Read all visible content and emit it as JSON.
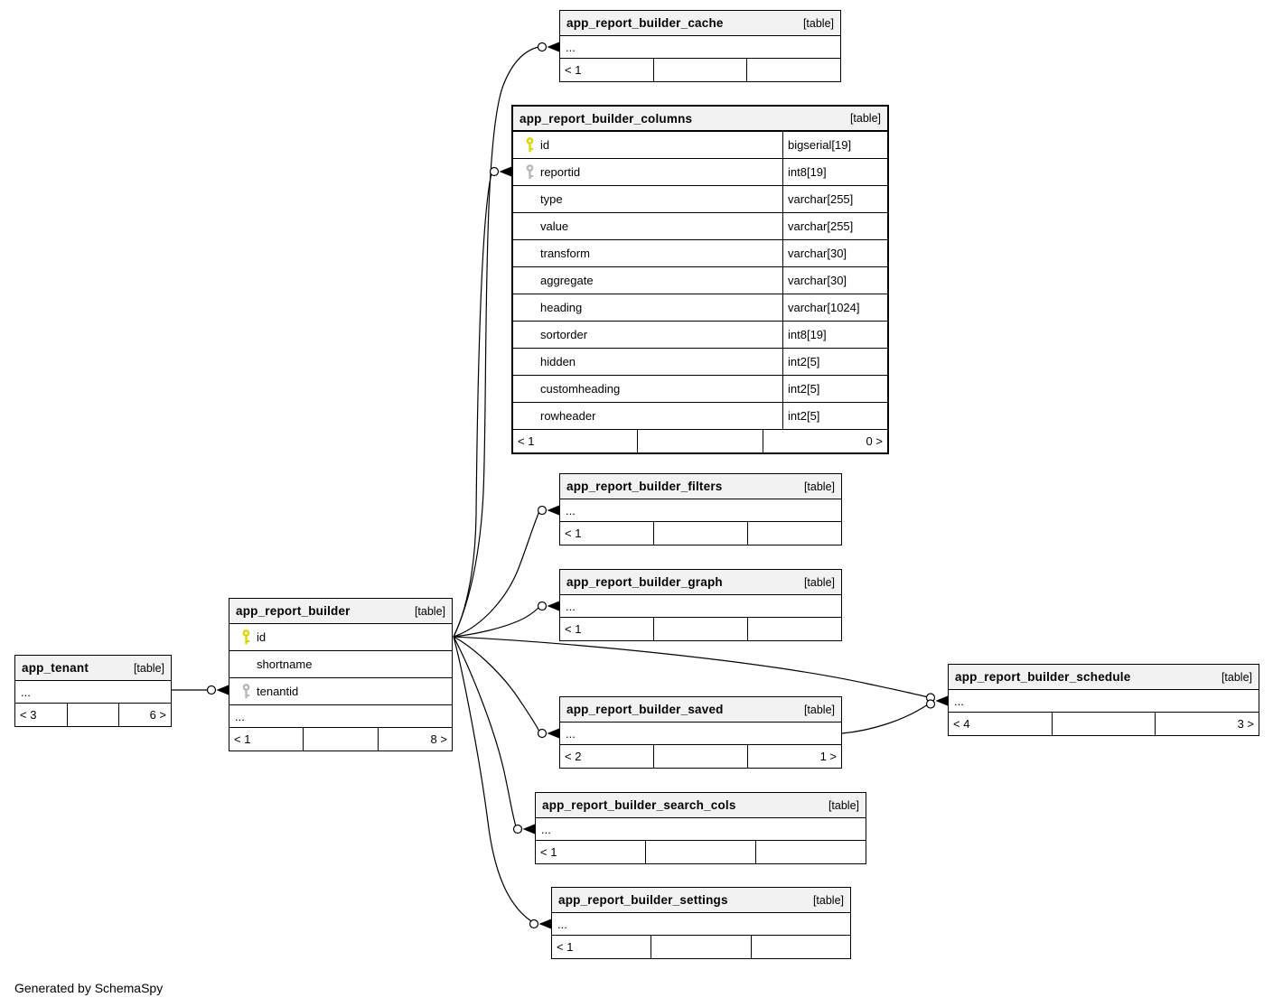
{
  "badge_label": "[table]",
  "footer_note": "Generated by SchemaSpy",
  "colors": {
    "pk_key": "#d8d800",
    "fk_key": "#b8b8b8",
    "header_bg": "#f2f2f2",
    "edge": "#000000"
  },
  "tables": {
    "tenant": {
      "name": "app_tenant",
      "badge": "[table]",
      "dots": "...",
      "footer": {
        "left": "< 3",
        "mid": "",
        "right": "6 >"
      }
    },
    "builder": {
      "name": "app_report_builder",
      "badge": "[table]",
      "dots": "...",
      "rows": [
        {
          "key": "pk",
          "name": "id"
        },
        {
          "key": "",
          "name": "shortname"
        },
        {
          "key": "fk",
          "name": "tenantid"
        }
      ],
      "footer": {
        "left": "< 1",
        "mid": "",
        "right": "8 >"
      }
    },
    "cache": {
      "name": "app_report_builder_cache",
      "badge": "[table]",
      "dots": "...",
      "footer": {
        "left": "< 1",
        "mid": "",
        "right": ""
      }
    },
    "columns": {
      "name": "app_report_builder_columns",
      "badge": "[table]",
      "rows": [
        {
          "key": "pk",
          "name": "id",
          "type": "bigserial[19]"
        },
        {
          "key": "fk",
          "name": "reportid",
          "type": "int8[19]"
        },
        {
          "key": "",
          "name": "type",
          "type": "varchar[255]"
        },
        {
          "key": "",
          "name": "value",
          "type": "varchar[255]"
        },
        {
          "key": "",
          "name": "transform",
          "type": "varchar[30]"
        },
        {
          "key": "",
          "name": "aggregate",
          "type": "varchar[30]"
        },
        {
          "key": "",
          "name": "heading",
          "type": "varchar[1024]"
        },
        {
          "key": "",
          "name": "sortorder",
          "type": "int8[19]"
        },
        {
          "key": "",
          "name": "hidden",
          "type": "int2[5]"
        },
        {
          "key": "",
          "name": "customheading",
          "type": "int2[5]"
        },
        {
          "key": "",
          "name": "rowheader",
          "type": "int2[5]"
        }
      ],
      "footer": {
        "left": "< 1",
        "mid": "",
        "right": "0 >"
      }
    },
    "filters": {
      "name": "app_report_builder_filters",
      "badge": "[table]",
      "dots": "...",
      "footer": {
        "left": "< 1",
        "mid": "",
        "right": ""
      }
    },
    "graph": {
      "name": "app_report_builder_graph",
      "badge": "[table]",
      "dots": "...",
      "footer": {
        "left": "< 1",
        "mid": "",
        "right": ""
      }
    },
    "saved": {
      "name": "app_report_builder_saved",
      "badge": "[table]",
      "dots": "...",
      "footer": {
        "left": "< 2",
        "mid": "",
        "right": "1 >"
      }
    },
    "schedule": {
      "name": "app_report_builder_schedule",
      "badge": "[table]",
      "dots": "...",
      "footer": {
        "left": "< 4",
        "mid": "",
        "right": "3 >"
      }
    },
    "search_cols": {
      "name": "app_report_builder_search_cols",
      "badge": "[table]",
      "dots": "...",
      "footer": {
        "left": "< 1",
        "mid": "",
        "right": ""
      }
    },
    "settings": {
      "name": "app_report_builder_settings",
      "badge": "[table]",
      "dots": "...",
      "footer": {
        "left": "< 1",
        "mid": "",
        "right": ""
      }
    }
  },
  "relationships": [
    {
      "parent": "app_tenant",
      "child": "app_report_builder.tenantid"
    },
    {
      "parent": "app_report_builder.id",
      "child": "app_report_builder_cache"
    },
    {
      "parent": "app_report_builder.id",
      "child": "app_report_builder_columns.reportid"
    },
    {
      "parent": "app_report_builder.id",
      "child": "app_report_builder_filters"
    },
    {
      "parent": "app_report_builder.id",
      "child": "app_report_builder_graph"
    },
    {
      "parent": "app_report_builder.id",
      "child": "app_report_builder_saved"
    },
    {
      "parent": "app_report_builder.id",
      "child": "app_report_builder_schedule"
    },
    {
      "parent": "app_report_builder_saved",
      "child": "app_report_builder_schedule"
    },
    {
      "parent": "app_report_builder.id",
      "child": "app_report_builder_search_cols"
    },
    {
      "parent": "app_report_builder.id",
      "child": "app_report_builder_settings"
    }
  ]
}
